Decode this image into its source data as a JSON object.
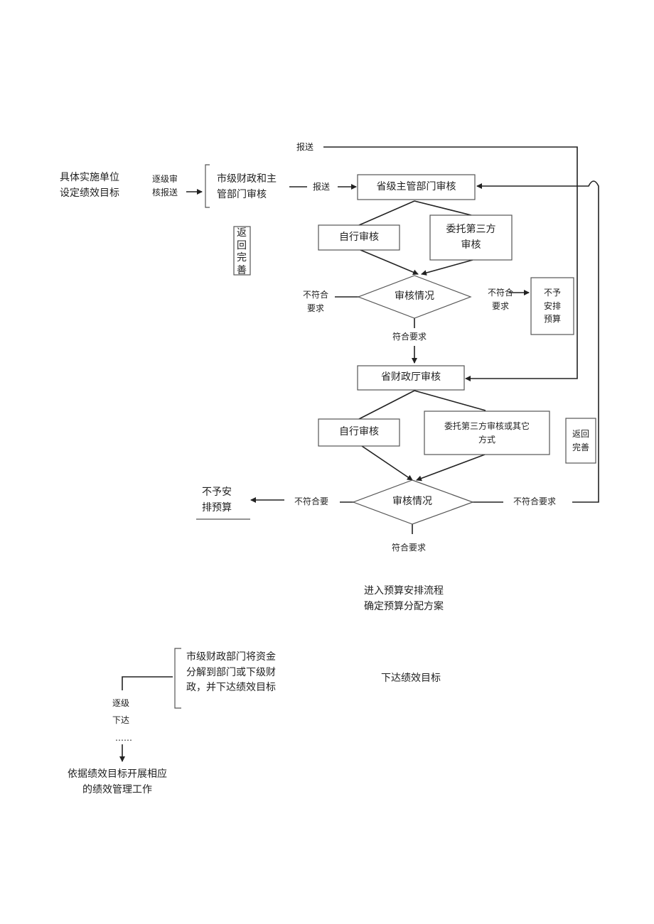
{
  "flow": {
    "unit": "具体实施单位\n设定绩效目标",
    "submit_level": "逐级审\n核报送",
    "city_review": "市级财政和主\n管部门审核",
    "return_city": "返\n回\n完\n善",
    "report_top": "报送",
    "report_mid": "报送",
    "prov_dept_review": "省级主管部门审核",
    "self_review_1": "自行审核",
    "third_party_1": "委托第三方\n审核",
    "check_1": "审核情况",
    "not_meet_left_1": "不符合\n要求",
    "not_meet_right_1": "不符合\n要求",
    "no_budget_1": "不予\n安排\n预算",
    "meet_1": "符合要求",
    "prov_finance_review": "省财政厅审核",
    "self_review_2": "自行审核",
    "third_party_2": "委托第三方审核或其它\n方式",
    "return_right": "返回\n完善",
    "check_2": "审核情况",
    "not_meet_left_2": "不符合要",
    "not_meet_right_2": "不符合要求",
    "no_budget_2": "不予安\n排预算",
    "meet_2": "符合要求",
    "enter_budget": "进入预算安排流程\n确定预算分配方案",
    "city_decompose": "市级财政部门将资金\n分解到部门或下级财\n政，并下达绩效目标",
    "issue_targets": "下达绩效目标",
    "issue_level": "逐级\n下达",
    "dots": "……",
    "perf_work": "依据绩效目标开展相应\n的绩效管理工作"
  },
  "colors": {
    "line": "#222222",
    "box_border": "#555555",
    "text": "#222222"
  }
}
